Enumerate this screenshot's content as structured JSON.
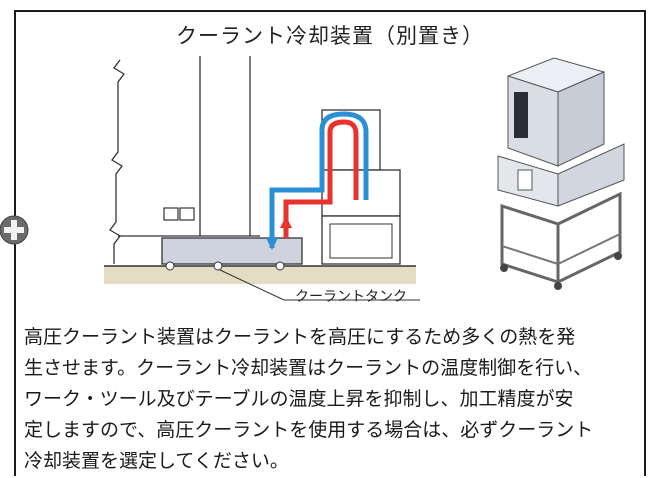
{
  "title": "クーラント冷却装置（別置き）",
  "labels": {
    "tank": "クーラントタンク"
  },
  "body": "高圧クーラント装置はクーラントを高圧にするため多くの熱を発\n生させます。クーラント冷却装置はクーラントの温度制御を行い、\nワーク・ツール及びテーブルの温度上昇を抑制し、加工精度が安\n定しますので、高圧クーラントを使用する場合は、必ずクーラント\n冷却装置を選定してください。",
  "icons": {
    "edge": "hinge-icon"
  },
  "colors": {
    "hot_pipe": "#e8322e",
    "cold_pipe": "#2b8fd8",
    "tank": "#cfd3df",
    "floor": "#e5dcc4",
    "cooler_body": "#dfe3ea"
  }
}
